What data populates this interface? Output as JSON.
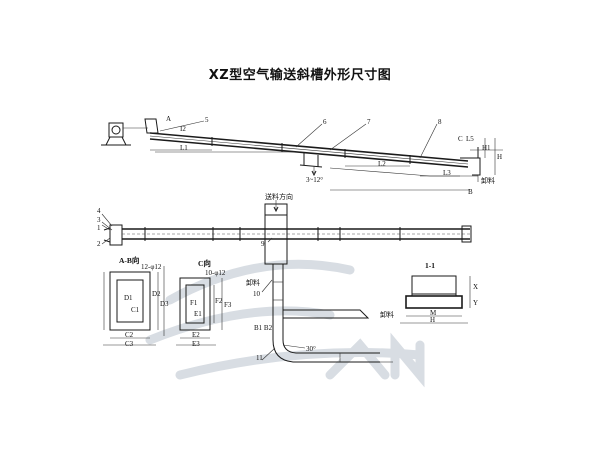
{
  "title": "XZ型空气输送斜槽外形尺寸图",
  "side_view": {
    "labels": {
      "A": "A",
      "C": "C",
      "L1": "L1",
      "L2": "L2",
      "L3": "L3",
      "L5": "L5",
      "H": "H",
      "H1": "H1",
      "I2": "I2",
      "B": "B",
      "n5": "5",
      "n6": "6",
      "n7": "7",
      "n8": "8",
      "slope": "3~12°",
      "discharge": "卸料"
    }
  },
  "top_view": {
    "labels": {
      "n1": "1",
      "n2": "2",
      "n3": "3",
      "n4": "4",
      "n9": "9",
      "n10": "10",
      "n11": "11",
      "direction": "送料方向",
      "discharge1": "卸料",
      "discharge2": "卸料",
      "B1B2": "B1 B2",
      "angle": "30°"
    }
  },
  "ab_view": {
    "caption": "A-B向",
    "holes": "12-φ12",
    "D1": "D1",
    "D2": "D2",
    "D3": "D3",
    "C1": "C1",
    "C2": "C2",
    "C3": "C3"
  },
  "c_view": {
    "caption": "C向",
    "holes": "10-φ12",
    "F1": "F1",
    "F2": "F2",
    "F3": "F3",
    "E1": "E1",
    "E2": "E2",
    "E3": "E3"
  },
  "section_view": {
    "caption": "1-1",
    "M": "M",
    "H": "H",
    "X": "X",
    "Y": "Y"
  }
}
